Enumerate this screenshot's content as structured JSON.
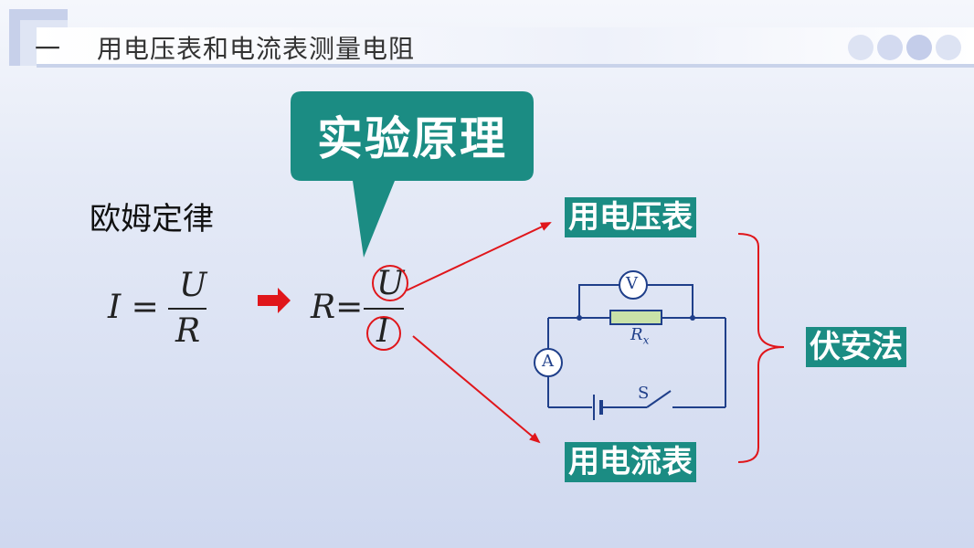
{
  "header": {
    "section_number": "一",
    "title": "用电压表和电流表测量电阻"
  },
  "callout": {
    "text": "实验原理"
  },
  "ohm": {
    "label": "欧姆定律",
    "lhs": "I =",
    "numerator": "U",
    "denominator": "R",
    "arrow": "➡",
    "rhs_prefix": "R=",
    "rhs_numerator": "U",
    "rhs_denominator": "I"
  },
  "labels": {
    "voltmeter_method": "用电压表",
    "ammeter_method": "用电流表",
    "method_name": "伏安法"
  },
  "circuit": {
    "voltmeter": "V",
    "ammeter": "A",
    "resistor": "R",
    "resistor_sub": "x",
    "switch": "S"
  },
  "colors": {
    "teal": "#1b8c83",
    "red": "#e0161b",
    "circuit_blue": "#1f3f8a",
    "resistor_fill": "#c9e2a8"
  }
}
